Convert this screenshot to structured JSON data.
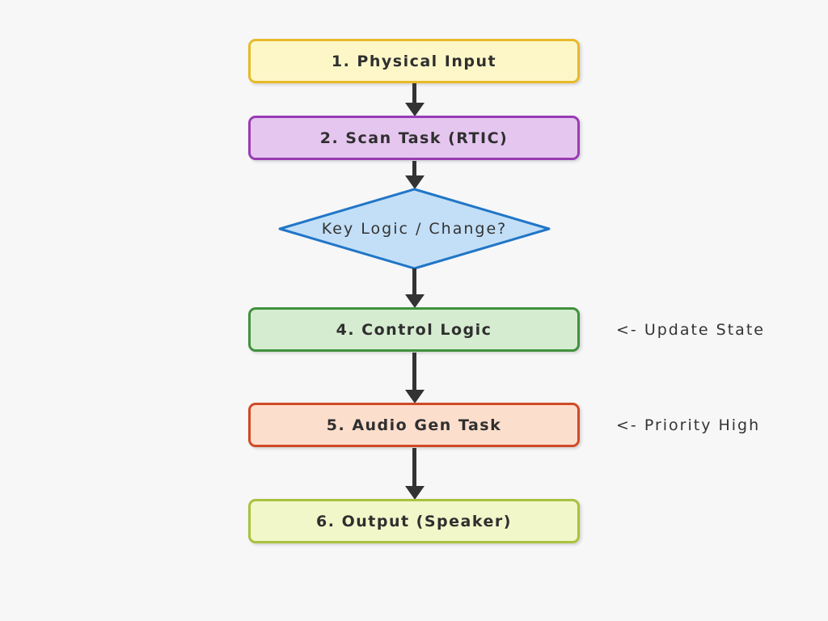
{
  "diagram": {
    "type": "flowchart",
    "direction": "top-down",
    "background_color": "#f7f7f8",
    "arrow_color": "#333333",
    "text_color": "#2f2f2f",
    "nodes": [
      {
        "id": "physical-input",
        "label": "1. Physical Input",
        "shape": "rect",
        "fill_color": "#fdf7c8",
        "border_color": "#e6ba29"
      },
      {
        "id": "scan-task",
        "label": "2. Scan Task (RTIC)",
        "shape": "rect",
        "fill_color": "#e5c6ef",
        "border_color": "#9a3cb3"
      },
      {
        "id": "key-logic-decision",
        "label": "Key Logic / Change?",
        "shape": "diamond",
        "fill_color": "#c3dff7",
        "border_color": "#2176c7"
      },
      {
        "id": "control-logic",
        "label": "4. Control Logic",
        "shape": "rect",
        "fill_color": "#d6ecd1",
        "border_color": "#41913e"
      },
      {
        "id": "audio-gen-task",
        "label": "5. Audio Gen Task",
        "shape": "rect",
        "fill_color": "#fcdecd",
        "border_color": "#d04a26"
      },
      {
        "id": "output-speaker",
        "label": "6. Output (Speaker)",
        "shape": "rect",
        "fill_color": "#f2f7c9",
        "border_color": "#a9c23f"
      }
    ],
    "edges": [
      {
        "from": "physical-input",
        "to": "scan-task"
      },
      {
        "from": "scan-task",
        "to": "key-logic-decision"
      },
      {
        "from": "key-logic-decision",
        "to": "control-logic"
      },
      {
        "from": "control-logic",
        "to": "audio-gen-task"
      },
      {
        "from": "audio-gen-task",
        "to": "output-speaker"
      }
    ],
    "annotations": [
      {
        "text": "<- Update State",
        "attached_to": "control-logic"
      },
      {
        "text": "<- Priority High",
        "attached_to": "audio-gen-task"
      }
    ]
  }
}
